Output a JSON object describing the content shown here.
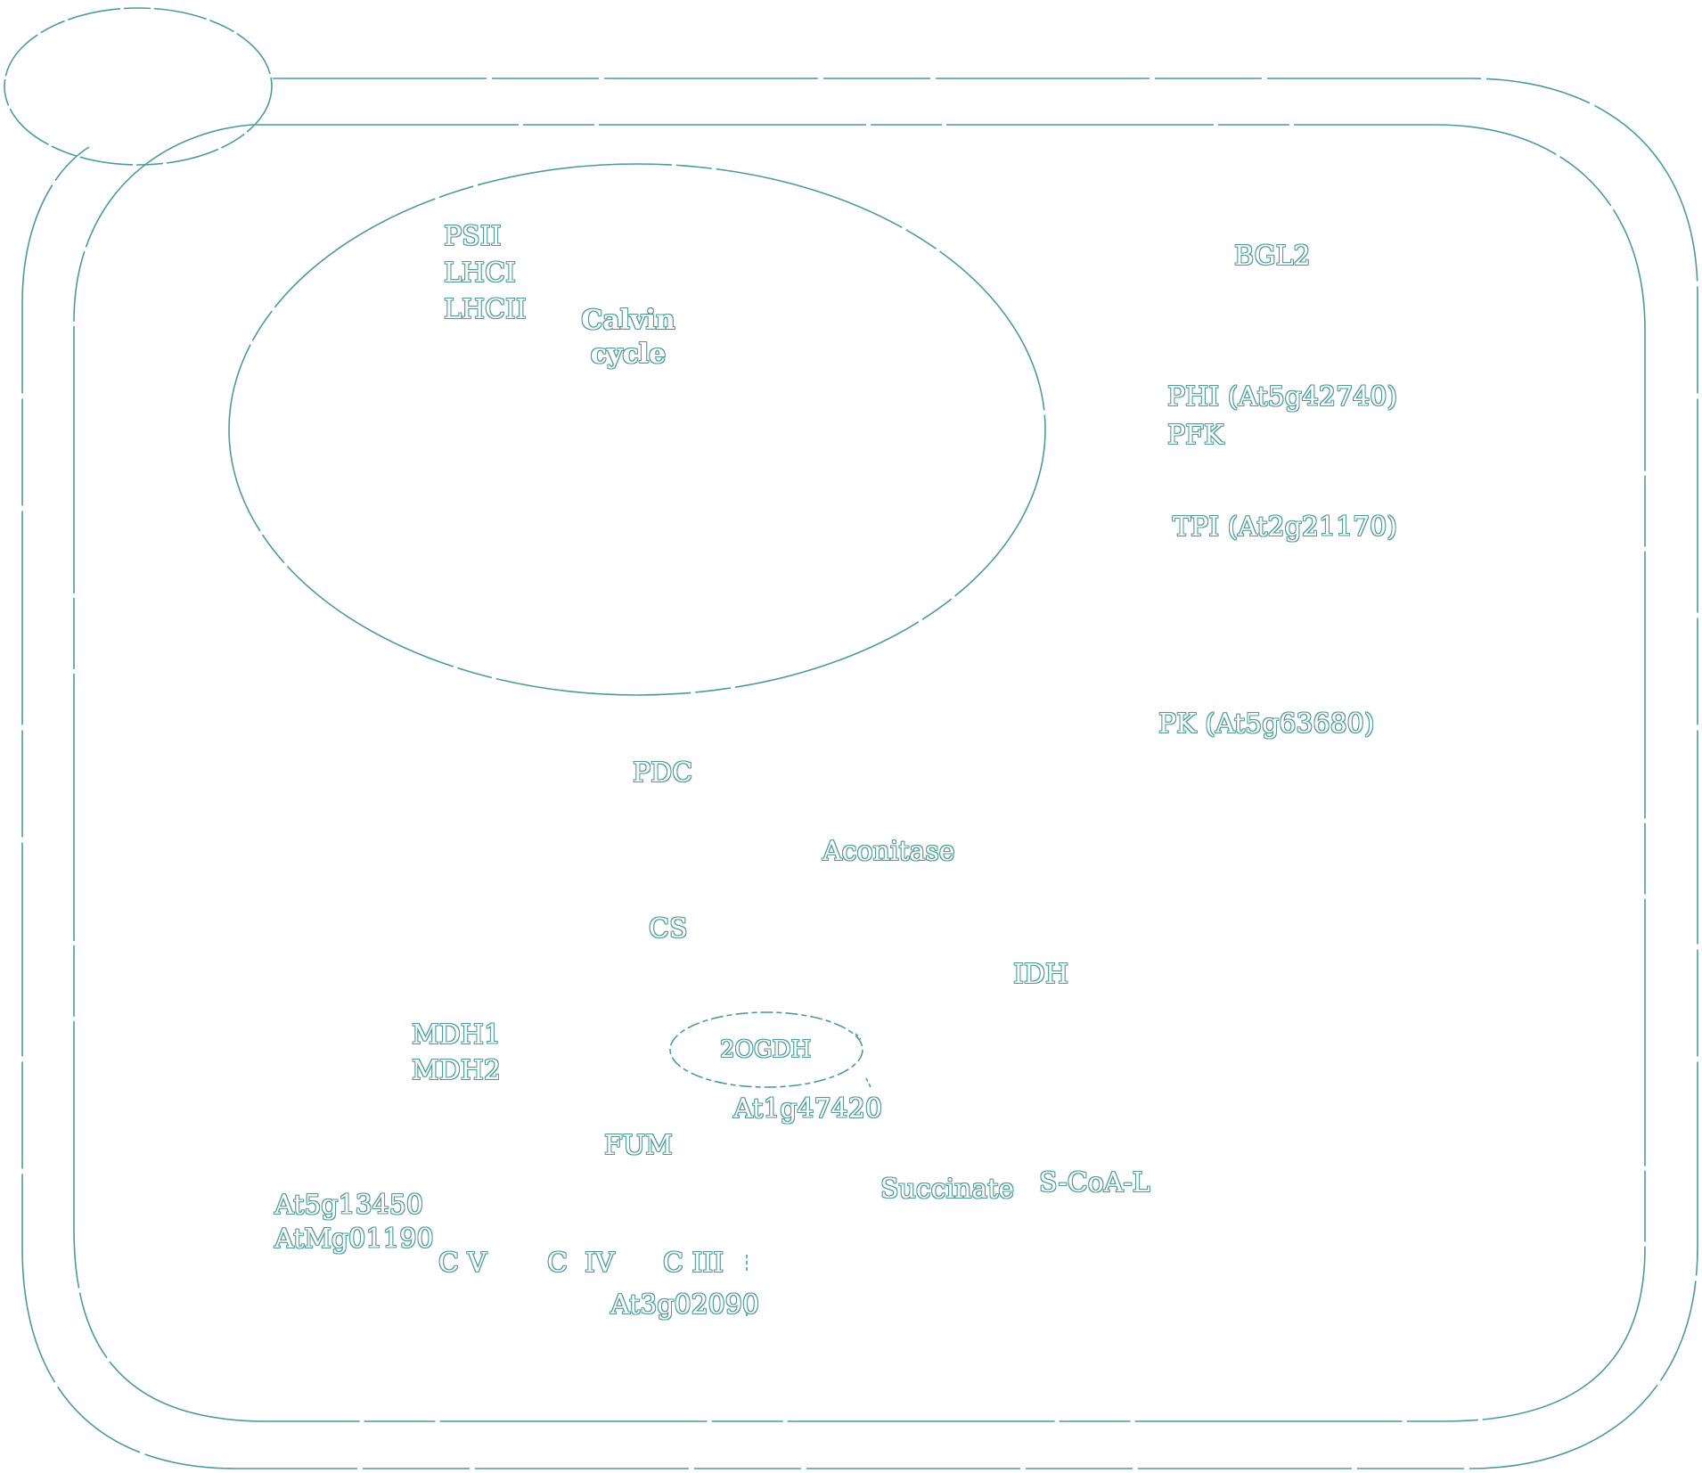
{
  "colors": {
    "outline": "#4f9a98",
    "background": "#ffffff",
    "label_fill": "#ffffff"
  },
  "chloroplast": {
    "photosystem_labels": [
      "PSII",
      "LHCI",
      "LHCII"
    ],
    "calvin_cycle": [
      "Calvin",
      "cycle"
    ]
  },
  "cytosol": {
    "bgl2": "BGL2",
    "phi": "PHI (At5g42740)",
    "pfk": "PFK",
    "tpi": "TPI (At2g21170)",
    "pk": "PK (At5g63680)"
  },
  "mitochondrion": {
    "pdc": "PDC",
    "aconitase": "Aconitase",
    "cs": "CS",
    "idh": "IDH",
    "mdh": [
      "MDH1",
      "MDH2"
    ],
    "center_label": "2OGDH",
    "at1g47420": "At1g47420",
    "fum": "FUM",
    "succinate": "Succinate",
    "scoa_l": "S-CoA-L",
    "atp_synthase_genes": [
      "At5g13450",
      "AtMg01190"
    ],
    "complexes": {
      "c_v": "C V",
      "c_iv": "C  IV",
      "c_iii": "C III"
    },
    "at3g02090": "At3g02090"
  }
}
